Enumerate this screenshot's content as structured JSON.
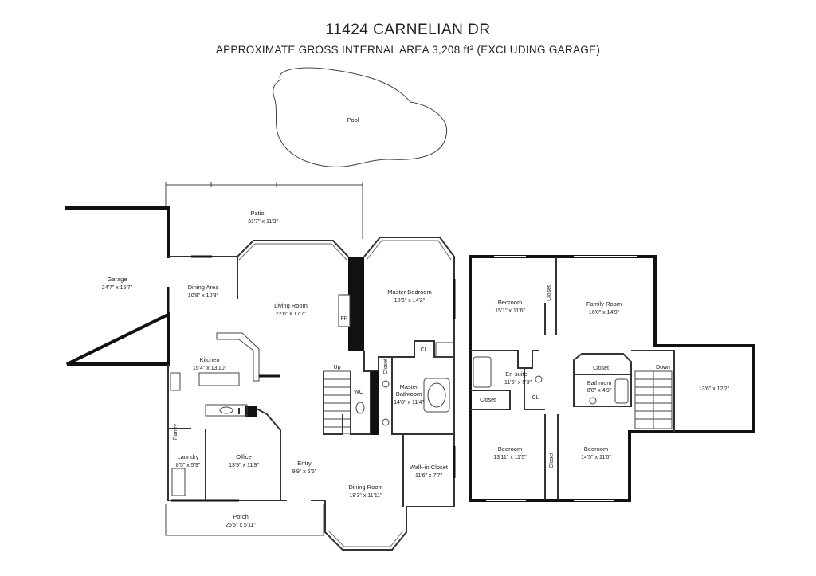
{
  "header": {
    "address": "11424 CARNELIAN DR",
    "area": "APPROXIMATE GROSS INTERNAL AREA 3,208 ft² (EXCLUDING GARAGE)"
  },
  "outdoor": {
    "pool": "Pool",
    "patio": {
      "name": "Patio",
      "dims": "31'7\" x 11'3\""
    },
    "porch": {
      "name": "Porch",
      "dims": "25'5\" x 5'11\""
    }
  },
  "ground_floor": {
    "garage": {
      "name": "Garage",
      "dims": "24'7\" x 15'7\""
    },
    "dining_area": {
      "name": "Dining Area",
      "dims": "10'8\" x 10'3\""
    },
    "living_room": {
      "name": "Living Room",
      "dims": "22'0\" x 17'7\""
    },
    "fireplace": "FP",
    "master_bedroom": {
      "name": "Master Bedroom",
      "dims": "18'6\" x 14'2\""
    },
    "kitchen": {
      "name": "Kitchen",
      "dims": "15'4\" x 13'10\""
    },
    "up": "Up",
    "wc": "WC",
    "cl": "CL",
    "closet": "Closet",
    "master_bathroom": {
      "name1": "Master",
      "name2": "Bathroom",
      "dims": "14'8\" x 11'4\""
    },
    "pantry": "Pantry",
    "laundry": {
      "name": "Laundry",
      "dims": "8'5\" x 5'9\""
    },
    "office": {
      "name": "Office",
      "dims": "13'9\" x 11'9\""
    },
    "entry": {
      "name": "Entry",
      "dims": "9'9\" x 6'6\""
    },
    "walkin": {
      "name": "Walk-in Closet",
      "dims": "11'6\" x 7'7\""
    },
    "dining_room": {
      "name": "Dining Room",
      "dims": "18'3\" x 11'11\""
    }
  },
  "upper_floor": {
    "bedroom_nw": {
      "name": "Bedroom",
      "dims": "15'1\" x 11'6\""
    },
    "closet_a": "Closet",
    "family_room": {
      "name": "Family Room",
      "dims": "16'0\" x 14'9\""
    },
    "ensuite": {
      "name": "En-suite",
      "dims": "11'6\" x 5'3\""
    },
    "cl": "CL",
    "closet_b": "Closet",
    "closet_c": "Closet",
    "bathroom": {
      "name": "Bathroom",
      "dims": "8'8\" x 4'9\""
    },
    "down": "Down",
    "bonus": {
      "dims": "13'6\" x 12'2\""
    },
    "bedroom_sw": {
      "name": "Bedroom",
      "dims": "13'11\" x 11'5\""
    },
    "closet_d": "Closet",
    "bedroom_se": {
      "name": "Bedroom",
      "dims": "14'5\" x 11'0\""
    }
  }
}
